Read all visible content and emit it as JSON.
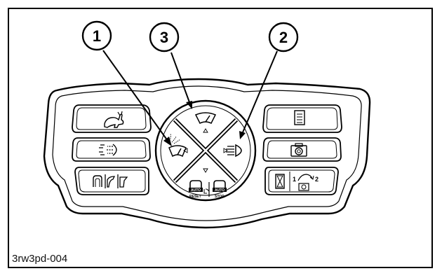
{
  "figure": {
    "id_label": "3rw3pd-004"
  },
  "callouts": [
    {
      "number": "1",
      "target": "front-wiper-washer-button"
    },
    {
      "number": "3",
      "target": "front-wiper-button"
    },
    {
      "number": "2",
      "target": "work-light-button"
    }
  ],
  "panel": {
    "left_buttons": [
      {
        "icon": "rabbit-icon"
      },
      {
        "icon": "rear-work-light-icon"
      },
      {
        "icon": "door-window-lock-icon"
      }
    ],
    "right_buttons": [
      {
        "icon": "list-menu-icon"
      },
      {
        "icon": "camera-icon"
      },
      {
        "icon": "hourglass-camera-switch-icon",
        "label_a": "1",
        "label_b": "2"
      }
    ],
    "center_pad": {
      "top": "front-wiper-icon",
      "left": "wiper-washer-icon",
      "right": "work-light-icon",
      "bottom_left": "auto-reset-icon",
      "bottom_right": "auto-stop-icon",
      "bottom_left_text": "RESET",
      "bottom_right_text": "STOP",
      "bottom_small_text_a": "AUTO",
      "bottom_small_text_b": "AUTO"
    }
  }
}
